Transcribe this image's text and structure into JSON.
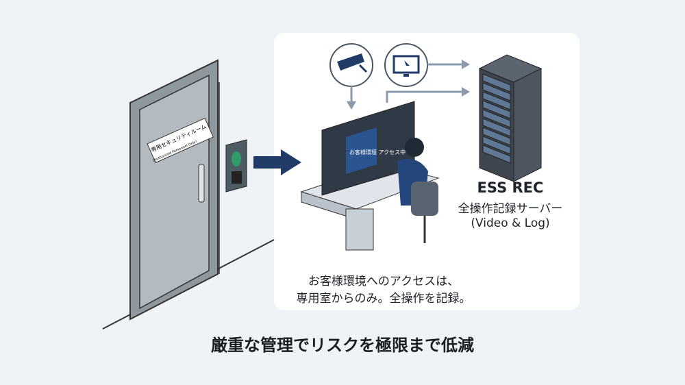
{
  "door_sign": {
    "line1": "専用セキュリティルーム",
    "line2": "(Authorized Personnel Only)"
  },
  "monitor_text": "お客様環境 アクセス中",
  "server": {
    "name": "ESS REC",
    "description": "全操作記録サーバー",
    "detail": "(Video & Log)"
  },
  "caption": {
    "line1": "お客様環境へのアクセスは、",
    "line2": "専用室からのみ。全操作を記録。"
  },
  "title": "厳重な管理でリスクを極限まで低減",
  "icons": [
    "security-camera-icon",
    "screen-capture-icon",
    "arrow-right-icon",
    "server-rack-icon",
    "keypad-icon"
  ],
  "colors": {
    "navy": "#1f3b66",
    "arrow_gray": "#8a9aaa",
    "background": "#edf3f6"
  }
}
